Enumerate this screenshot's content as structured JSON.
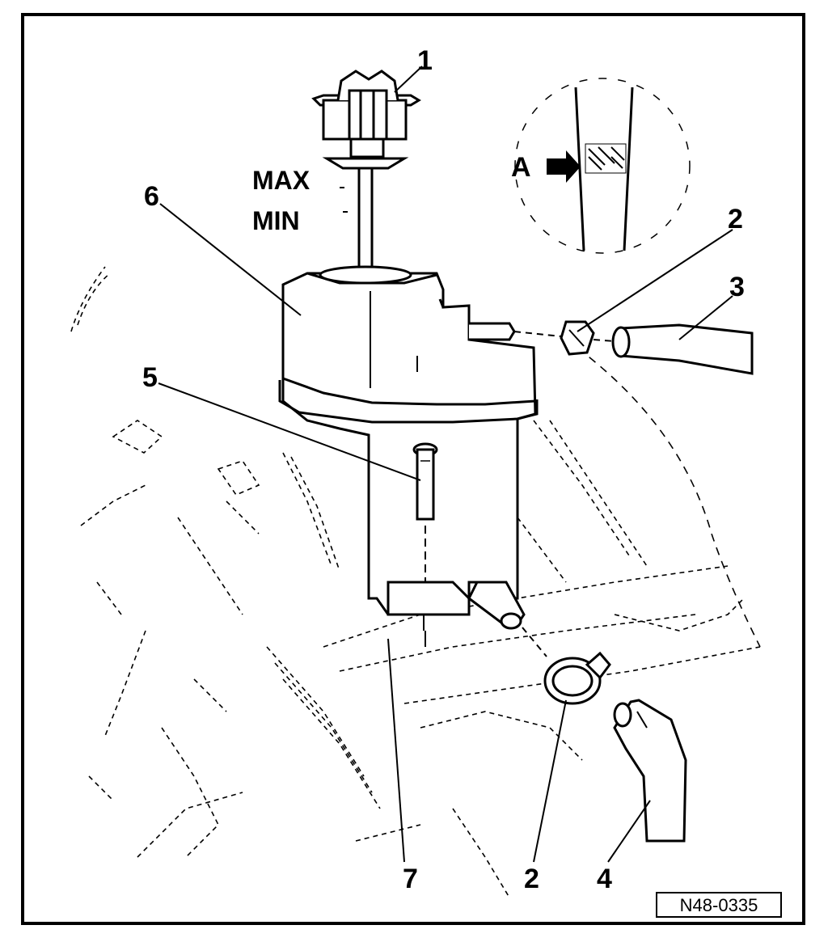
{
  "diagram": {
    "callouts": {
      "c1": "1",
      "c2_top": "2",
      "c2_bottom": "2",
      "c3": "3",
      "c4": "4",
      "c5": "5",
      "c6": "6",
      "c7": "7"
    },
    "level_marks": {
      "max": "MAX",
      "min": "MIN"
    },
    "detail_label": "A",
    "figure_ref": "N48-0335"
  },
  "colors": {
    "ink": "#000000",
    "paper": "#ffffff"
  }
}
